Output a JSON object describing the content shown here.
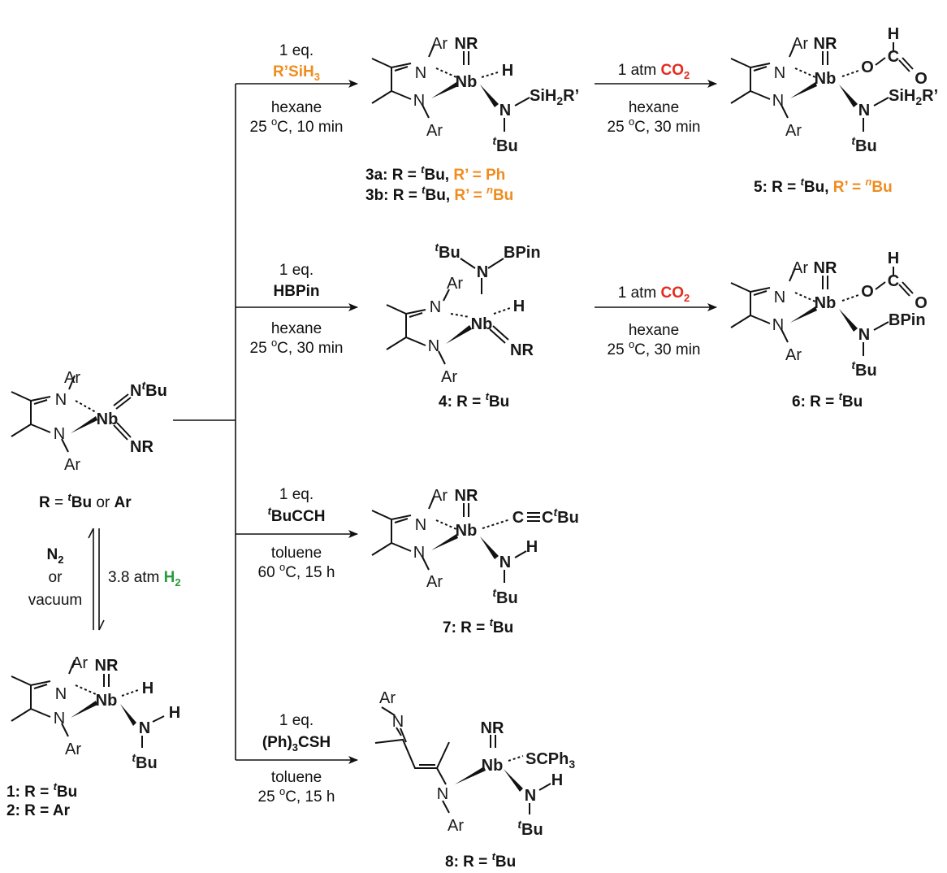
{
  "colors": {
    "nb": "#1f4e8c",
    "n": "#2b4fa0",
    "silane": "#f08c1e",
    "boron": "#b44fb0",
    "alkyne": "#3c86c6",
    "thiol": "#7f8a2a",
    "hydrogen": "#2a9a3c",
    "co2": "#e52b1e",
    "formate_h": "#b44fb0",
    "black": "#111111"
  },
  "start": {
    "atom_ar_top": "Ar",
    "atom_ar_bot": "Ar",
    "atom_n1": "N",
    "atom_n2": "N",
    "atom_nb": "Nb",
    "atom_ntbu_n": "N",
    "atom_ntbu_t": "t",
    "atom_ntbu_bu": "Bu",
    "atom_nr_n": "N",
    "atom_nr_r": "R",
    "caption_r": "R",
    "caption_eq": " = ",
    "caption_t": "t",
    "caption_bu": "Bu",
    "caption_or": " or ",
    "caption_ar": "Ar"
  },
  "equilibrium": {
    "n2": "N",
    "n2_sub": "2",
    "or": "or",
    "vacuum": "vacuum",
    "h2_text": "3.8 atm ",
    "h2": "H",
    "h2_sub": "2"
  },
  "cmpd12": {
    "atom_ar_top": "Ar",
    "atom_ar_bot": "Ar",
    "atom_n1": "N",
    "atom_n2": "N",
    "atom_nb": "Nb",
    "atom_nr_n": "N",
    "atom_nr_r": "R",
    "atom_h": "H",
    "atom_nh_n": "N",
    "atom_nh_h": "H",
    "atom_t": "t",
    "atom_bu": "Bu",
    "label1_num": "1:",
    "label1_r": " R = ",
    "label1_t": "t",
    "label1_bu": "Bu",
    "label2_num": "2:",
    "label2_rest": " R = Ar"
  },
  "rxn_3": {
    "eq": "1 eq.",
    "reagent": "R’SiH",
    "reagent_sub": "3",
    "solvent": "hexane",
    "cond_pre": "25 ",
    "cond_deg": "o",
    "cond_post": "C, 10 min"
  },
  "cmpd3": {
    "atom_ar_top": "Ar",
    "atom_ar_bot": "Ar",
    "atom_n1": "N",
    "atom_n2": "N",
    "atom_nb": "Nb",
    "atom_nr_n": "N",
    "atom_nr_r": "R",
    "atom_h": "H",
    "atom_n3": "N",
    "atom_si": "SiH",
    "atom_si_sub": "2",
    "atom_si_r": "R’",
    "atom_t": "t",
    "atom_bu": "Bu",
    "label_a_pre": "3a:",
    "label_a_r": " R = ",
    "label_a_t": "t",
    "label_a_bu": "Bu, ",
    "label_a_rp": "R’ = Ph",
    "label_b_pre": "3b:",
    "label_b_r": " R = ",
    "label_b_t": "t",
    "label_b_bu": "Bu, ",
    "label_b_rp": "R’ = ",
    "label_b_n": "n",
    "label_b_bu2": "Bu"
  },
  "rxn_5": {
    "co2_pre": "1 atm ",
    "co2": "CO",
    "co2_sub": "2",
    "solvent": "hexane",
    "cond_pre": "25 ",
    "cond_deg": "o",
    "cond_post": "C, 30 min"
  },
  "cmpd5": {
    "atom_ar_top": "Ar",
    "atom_ar_bot": "Ar",
    "atom_n1": "N",
    "atom_n2": "N",
    "atom_nb": "Nb",
    "atom_nr_n": "N",
    "atom_nr_r": "R",
    "atom_o1": "O",
    "atom_c": "C",
    "atom_o2": "O",
    "atom_h": "H",
    "atom_n3": "N",
    "atom_si": "SiH",
    "atom_si_sub": "2",
    "atom_si_r": "R’",
    "atom_t": "t",
    "atom_bu": "Bu",
    "label_pre": "5:",
    "label_r": " R = ",
    "label_t": "t",
    "label_bu": "Bu, ",
    "label_rp": "R’ = ",
    "label_n": "n",
    "label_bu2": "Bu"
  },
  "rxn_4": {
    "eq": "1 eq.",
    "reagent": "HBPin",
    "solvent": "hexane",
    "cond_pre": "25 ",
    "cond_deg": "o",
    "cond_post": "C, 30 min"
  },
  "cmpd4": {
    "atom_t": "t",
    "atom_bu": "Bu",
    "atom_n3": "N",
    "atom_bpin": "BPin",
    "atom_ar_top": "Ar",
    "atom_ar_bot": "Ar",
    "atom_n1": "N",
    "atom_n2": "N",
    "atom_nb": "Nb",
    "atom_h": "H",
    "atom_nr_n": "N",
    "atom_nr_r": "R",
    "label_pre": "4:",
    "label_r": " R = ",
    "label_t": "t",
    "label_bu": "Bu"
  },
  "rxn_6": {
    "co2_pre": "1 atm ",
    "co2": "CO",
    "co2_sub": "2",
    "solvent": "hexane",
    "cond_pre": "25 ",
    "cond_deg": "o",
    "cond_post": "C, 30 min"
  },
  "cmpd6": {
    "atom_ar_top": "Ar",
    "atom_ar_bot": "Ar",
    "atom_n1": "N",
    "atom_n2": "N",
    "atom_nb": "Nb",
    "atom_nr_n": "N",
    "atom_nr_r": "R",
    "atom_o1": "O",
    "atom_c": "C",
    "atom_o2": "O",
    "atom_h": "H",
    "atom_n3": "N",
    "atom_bpin": "BPin",
    "atom_t": "t",
    "atom_bu": "Bu",
    "label_pre": "6:",
    "label_r": " R = ",
    "label_t": "t",
    "label_bu": "Bu"
  },
  "rxn_7": {
    "eq": "1 eq.",
    "reagent_t": "t",
    "reagent": "BuCCH",
    "solvent": "toluene",
    "cond_pre": "60 ",
    "cond_deg": "o",
    "cond_post": "C, 15 h"
  },
  "cmpd7": {
    "atom_ar_top": "Ar",
    "atom_ar_bot": "Ar",
    "atom_n1": "N",
    "atom_n2": "N",
    "atom_nb": "Nb",
    "atom_nr_n": "N",
    "atom_nr_r": "R",
    "atom_c1": "C",
    "atom_c2": "C",
    "atom_ct": "t",
    "atom_cbu": "Bu",
    "atom_n3": "N",
    "atom_h": "H",
    "atom_t": "t",
    "atom_bu": "Bu",
    "label_pre": "7:",
    "label_r": " R = ",
    "label_t": "t",
    "label_bu": "Bu"
  },
  "rxn_8": {
    "eq": "1 eq.",
    "reagent": "(Ph)",
    "reagent_sub": "3",
    "reagent_post": "CSH",
    "solvent": "toluene",
    "cond_pre": "25 ",
    "cond_deg": "o",
    "cond_post": "C, 15 h"
  },
  "cmpd8": {
    "atom_ar_top": "Ar",
    "atom_n_imine": "N",
    "atom_n2": "N",
    "atom_ar_bot": "Ar",
    "atom_nb": "Nb",
    "atom_nr_n": "N",
    "atom_nr_r": "R",
    "atom_s": "SCPh",
    "atom_s_sub": "3",
    "atom_n3": "N",
    "atom_h": "H",
    "atom_t": "t",
    "atom_bu": "Bu",
    "label_pre": "8:",
    "label_r": " R = ",
    "label_t": "t",
    "label_bu": "Bu"
  }
}
